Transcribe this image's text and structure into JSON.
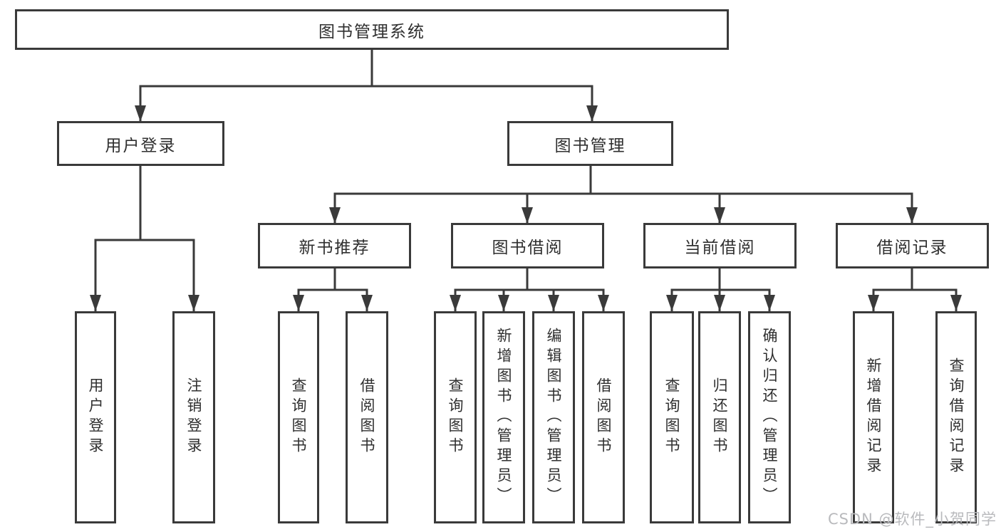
{
  "nodes": {
    "root": "图书管理系统",
    "user_login": "用户登录",
    "book_management": "图书管理",
    "new_book_recommend": "新书推荐",
    "book_borrow": "图书借阅",
    "current_borrow": "当前借阅",
    "borrow_record": "借阅记录",
    "leaf_user_login": "用户登录",
    "leaf_logout_login": "注销登录",
    "leaf_query_book_1": "查询图书",
    "leaf_borrow_book_1": "借阅图书",
    "leaf_query_book_2": "查询图书",
    "leaf_add_book_admin": "新增图书（管理员）",
    "leaf_edit_book_admin": "编辑图书（管理员）",
    "leaf_borrow_book_2": "借阅图书",
    "leaf_query_book_3": "查询图书",
    "leaf_return_book": "归还图书",
    "leaf_confirm_return_admin": "确认归还（管理员）",
    "leaf_add_borrow_record": "新增借阅记录",
    "leaf_query_borrow_record": "查询借阅记录"
  },
  "watermark": "CSDN @软件_小贺同学",
  "colors": {
    "line": "#3a3a3a",
    "box_border": "#3a3a3a",
    "box_fill": "#ffffff",
    "text": "#2f2f2f",
    "watermark": "#b9babd",
    "background": "#ffffff"
  }
}
